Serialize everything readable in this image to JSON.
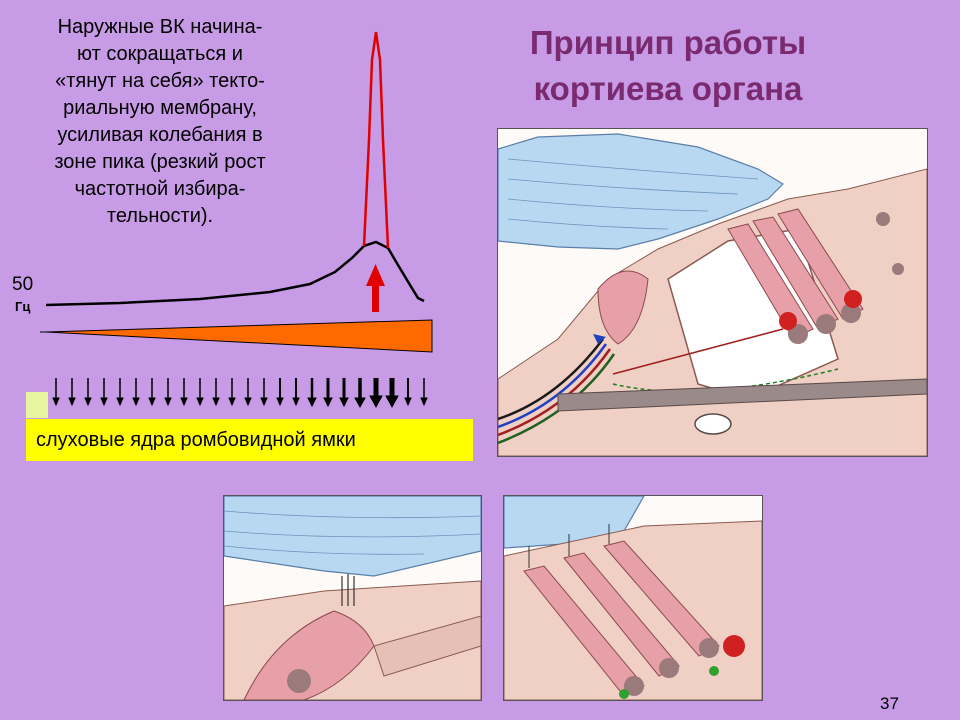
{
  "slide": {
    "description": "Наружные ВК начина-\nют сокращаться и\n«тянут на себя» текто-\nриальную мембрану,\nусиливая колебания в\nзоне пика (резкий рост\nчастотной избира-\nтельности).",
    "title": "Принцип работы\n кортиева органа",
    "freq_value": "50",
    "freq_unit": "Гц",
    "nuclei_label": "слуховые ядра ромбовидной ямки",
    "page_number": "37"
  },
  "colors": {
    "background": "#c89be6",
    "title": "#7a2a6f",
    "label_bg": "#ffff00",
    "wedge": "#ff6a00",
    "peak": "#e00000",
    "membrane": "#b8d8f2",
    "tissue": "#f0cfc4"
  },
  "icons": [
    "up-arrow-icon",
    "down-arrow-icon"
  ]
}
